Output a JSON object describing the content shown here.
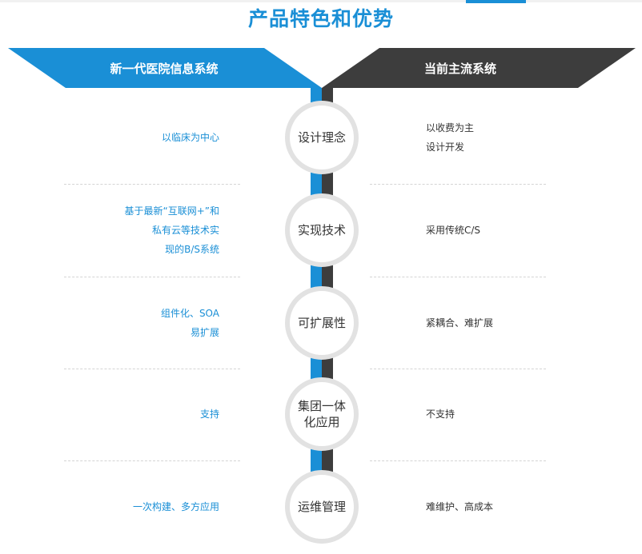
{
  "title": "产品特色和优势",
  "headers": {
    "left": "新一代医院信息系统",
    "right": "当前主流系统"
  },
  "colors": {
    "accent_blue": "#1a8fd6",
    "dark_gray": "#3d3d3d",
    "circle_border": "#e2e2e2"
  },
  "rows": [
    {
      "feature": "设计理念",
      "left": [
        "以临床为中心"
      ],
      "right": [
        "以收费为主",
        "设计开发"
      ]
    },
    {
      "feature": "实现技术",
      "left": [
        "基于最新“互联网+”和",
        "私有云等技术实",
        "现的B/S系统"
      ],
      "right": [
        "采用传统C/S"
      ]
    },
    {
      "feature": "可扩展性",
      "left": [
        "组件化、SOA",
        "易扩展"
      ],
      "right": [
        "紧耦合、难扩展"
      ]
    },
    {
      "feature": "集团一体化应用",
      "left": [
        "支持"
      ],
      "right": [
        "不支持"
      ]
    },
    {
      "feature": "运维管理",
      "left": [
        "一次构建、多方应用"
      ],
      "right": [
        "难维护、高成本"
      ]
    }
  ]
}
